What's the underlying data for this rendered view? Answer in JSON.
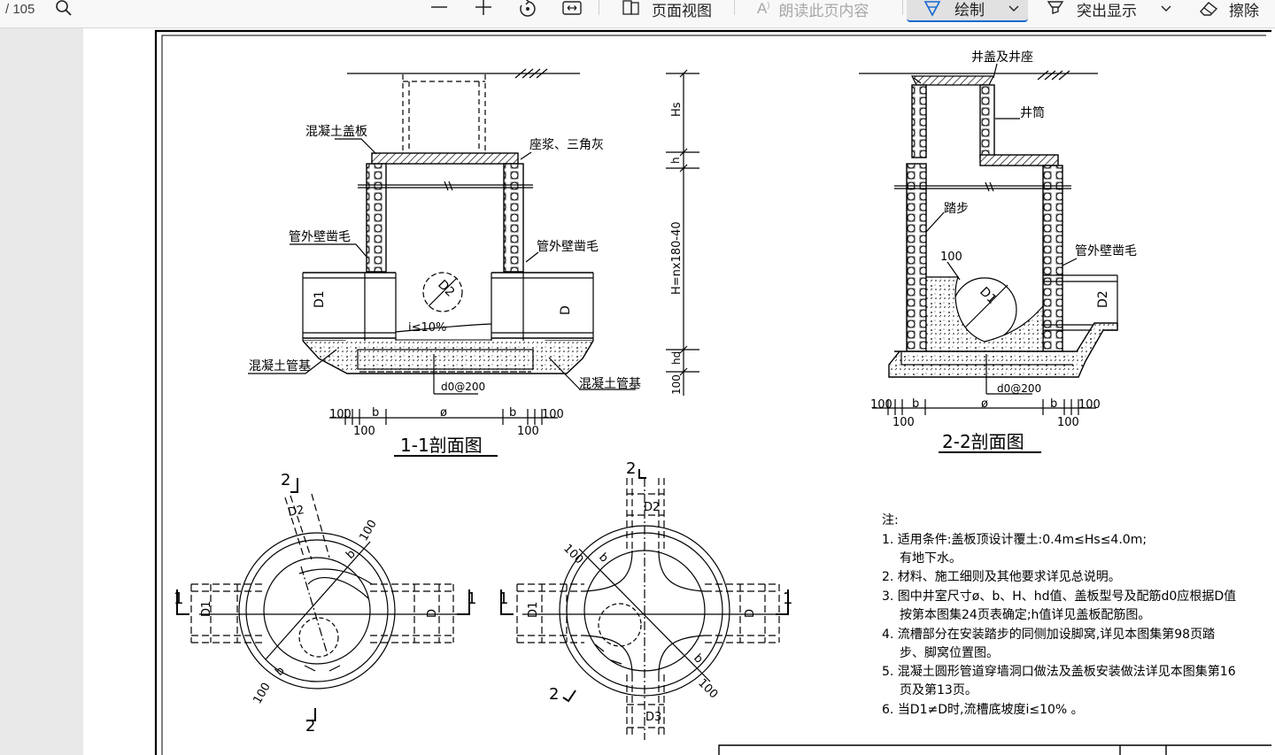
{
  "toolbar": {
    "page_count": "/ 105",
    "page_view": "页面视图",
    "read_aloud": "朗读此页内容",
    "draw": "绘制",
    "highlight": "突出显示",
    "erase": "擦除"
  },
  "colors": {
    "accent": "#1769d1",
    "page": "#ffffff",
    "background": "#e6e6e6"
  },
  "drawing": {
    "s11": {
      "title": "1-1剖面图",
      "lbl_cover": "混凝土盖板",
      "lbl_mortar": "座浆、三角灰",
      "lbl_chisel_l": "管外壁凿毛",
      "lbl_chisel_r": "管外壁凿毛",
      "lbl_base_l": "混凝土管基",
      "lbl_base_r": "混凝土管基",
      "d1": "D1",
      "d2": "D2",
      "d": "D",
      "slope": "i≤10%",
      "rebar": "d0@200",
      "dim_hs": "Hs",
      "dim_h": "h",
      "dim_H": "H=nx180-40",
      "dim_hd": "hd",
      "dim_100": "100",
      "d100a": "100",
      "db1": "b",
      "dphi": "ø",
      "db2": "b",
      "d100b": "100",
      "d100c": "100",
      "d100d": "100"
    },
    "s22": {
      "title": "2-2剖面图",
      "lbl_cover": "井盖及井座",
      "lbl_shaft": "井筒",
      "lbl_step": "踏步",
      "lbl_chisel": "管外壁凿毛",
      "d1": "D1",
      "d2": "D2",
      "dim100": "100",
      "rebar": "d0@200",
      "d100a": "100",
      "db1": "b",
      "dphi": "ø",
      "db2": "b",
      "d100b": "100",
      "d100c": "100",
      "d100d": "100"
    },
    "planL": {
      "m1a": "1",
      "m1b": "1",
      "m2a": "2",
      "m2b": "2",
      "d2": "D2",
      "d1": "D1",
      "d": "D",
      "dim100a": "100",
      "dimba": "b",
      "dimbb": "b",
      "dim100b": "100"
    },
    "planR": {
      "m1a": "1",
      "m1b": "1",
      "m2a": "2",
      "m2b": "2",
      "d2": "D2",
      "d3": "D3",
      "d1": "D1",
      "d": "D",
      "dim100a": "100",
      "dimba": "b",
      "dimbb": "b",
      "dim100b": "100"
    }
  },
  "notes": [
    "注:",
    "1. 适用条件:盖板顶设计覆土:0.4m≤Hs≤4.0m;",
    "有地下水。",
    "2. 材料、施工细则及其他要求详见总说明。",
    "3. 图中井室尺寸ø、b、H、hd值、盖板型号及配筋d0应根据D值",
    "按第本图集24页表确定;h值详见盖板配筋图。",
    "4. 流槽部分在安装踏步的同侧加设脚窝,详见本图集第98页踏",
    "步、脚窝位置图。",
    "5. 混凝土圆形管道穿墙洞口做法及盖板安装做法详见本图集第16",
    "页及第13页。",
    "6. 当D1≠D时,流槽底坡度i≤10% 。"
  ]
}
